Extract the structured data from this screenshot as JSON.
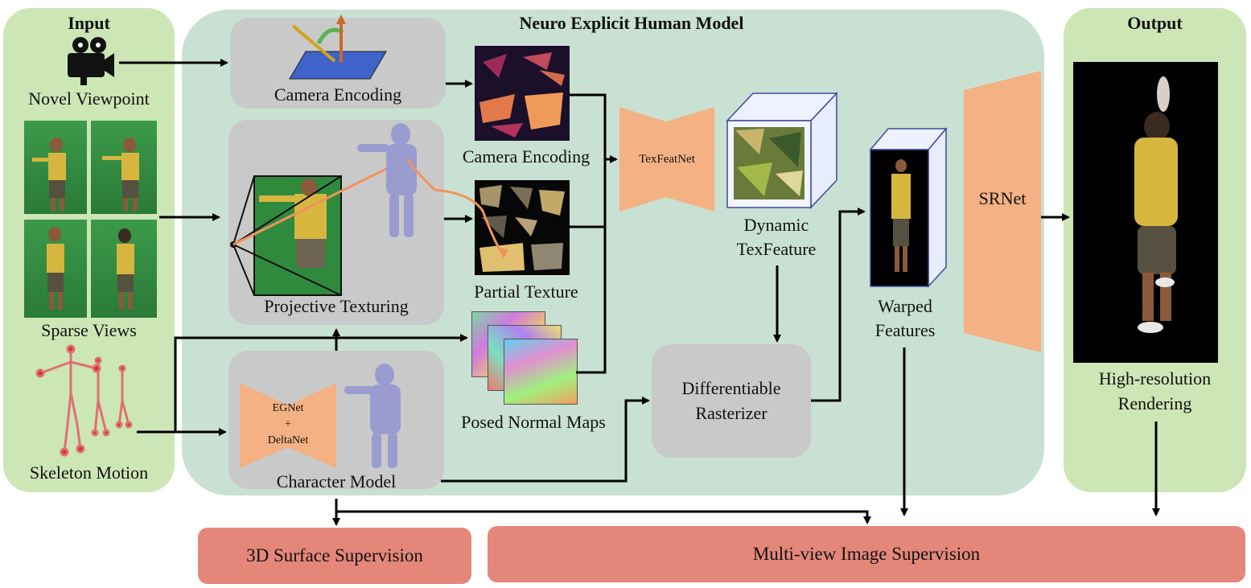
{
  "input": {
    "title": "Input",
    "novel_viewpoint": "Novel Viewpoint",
    "sparse_views": "Sparse Views",
    "skeleton_motion": "Skeleton Motion"
  },
  "model": {
    "title": "Neuro Explicit Human Model",
    "camera_encoding_box": "Camera Encoding",
    "projective_texturing": "Projective Texturing",
    "character_model": "Character Model",
    "egnet": "EGNet",
    "plus": "+",
    "deltanet": "DeltaNet",
    "camera_encoding_img": "Camera Encoding",
    "partial_texture": "Partial Texture",
    "posed_normal_maps": "Posed Normal Maps",
    "texfeatnet": "TexFeatNet",
    "dynamic_texfeature_1": "Dynamic",
    "dynamic_texfeature_2": "TexFeature",
    "differentiable_1": "Differentiable",
    "differentiable_2": "Rasterizer",
    "warped_1": "Warped",
    "warped_2": "Features",
    "srnet": "SRNet"
  },
  "output": {
    "title": "Output",
    "rendering_1": "High-resolution",
    "rendering_2": "Rendering"
  },
  "supervision": {
    "surface": "3D Surface Supervision",
    "multiview": "Multi-view Image Supervision"
  },
  "colors": {
    "input_panel": "#cde6b6",
    "model_panel": "#c9e1d3",
    "gray_box": "#c9c9c9",
    "network": "#f4b183",
    "supervision": "#e4877a",
    "green_screen": "#2f8a3e"
  }
}
